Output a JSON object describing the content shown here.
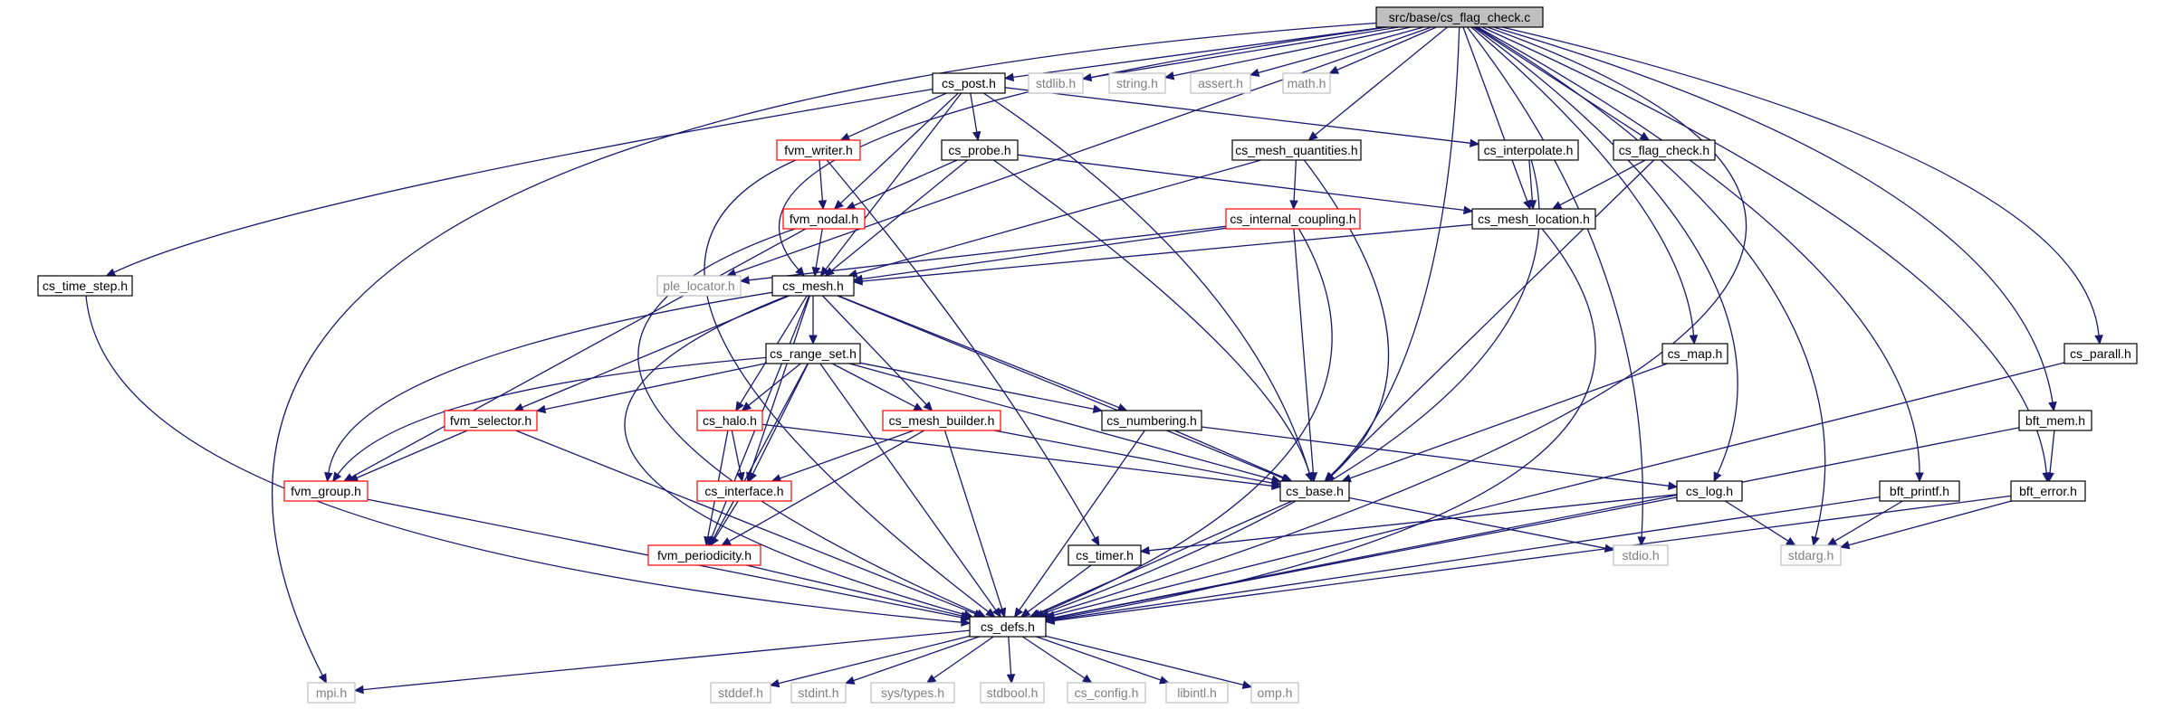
{
  "graph": {
    "title": "src/base/cs_flag_check.c",
    "nodes": [
      {
        "id": "root",
        "label": "src/base/cs_flag_check.c",
        "kind": "root"
      },
      {
        "id": "cs_post",
        "label": "cs_post.h",
        "kind": "normal"
      },
      {
        "id": "stdlib",
        "label": "stdlib.h",
        "kind": "external"
      },
      {
        "id": "string",
        "label": "string.h",
        "kind": "external"
      },
      {
        "id": "assert",
        "label": "assert.h",
        "kind": "external"
      },
      {
        "id": "math",
        "label": "math.h",
        "kind": "external"
      },
      {
        "id": "fvm_writer",
        "label": "fvm_writer.h",
        "kind": "truncated"
      },
      {
        "id": "cs_probe",
        "label": "cs_probe.h",
        "kind": "normal"
      },
      {
        "id": "cs_mesh_quantities",
        "label": "cs_mesh_quantities.h",
        "kind": "normal"
      },
      {
        "id": "cs_interpolate",
        "label": "cs_interpolate.h",
        "kind": "normal"
      },
      {
        "id": "cs_flag_check_h",
        "label": "cs_flag_check.h",
        "kind": "normal"
      },
      {
        "id": "fvm_nodal",
        "label": "fvm_nodal.h",
        "kind": "truncated"
      },
      {
        "id": "cs_internal_coupling",
        "label": "cs_internal_coupling.h",
        "kind": "truncated"
      },
      {
        "id": "cs_mesh_location",
        "label": "cs_mesh_location.h",
        "kind": "normal"
      },
      {
        "id": "cs_time_step",
        "label": "cs_time_step.h",
        "kind": "normal"
      },
      {
        "id": "ple_locator",
        "label": "ple_locator.h",
        "kind": "external"
      },
      {
        "id": "cs_mesh",
        "label": "cs_mesh.h",
        "kind": "normal"
      },
      {
        "id": "cs_map",
        "label": "cs_map.h",
        "kind": "normal"
      },
      {
        "id": "cs_parall",
        "label": "cs_parall.h",
        "kind": "normal"
      },
      {
        "id": "cs_range_set",
        "label": "cs_range_set.h",
        "kind": "normal"
      },
      {
        "id": "fvm_selector",
        "label": "fvm_selector.h",
        "kind": "truncated"
      },
      {
        "id": "cs_halo",
        "label": "cs_halo.h",
        "kind": "truncated"
      },
      {
        "id": "cs_mesh_builder",
        "label": "cs_mesh_builder.h",
        "kind": "truncated"
      },
      {
        "id": "cs_numbering",
        "label": "cs_numbering.h",
        "kind": "normal"
      },
      {
        "id": "bft_mem",
        "label": "bft_mem.h",
        "kind": "normal"
      },
      {
        "id": "fvm_group",
        "label": "fvm_group.h",
        "kind": "truncated"
      },
      {
        "id": "cs_interface",
        "label": "cs_interface.h",
        "kind": "truncated"
      },
      {
        "id": "cs_base",
        "label": "cs_base.h",
        "kind": "normal"
      },
      {
        "id": "cs_log",
        "label": "cs_log.h",
        "kind": "normal"
      },
      {
        "id": "bft_printf",
        "label": "bft_printf.h",
        "kind": "normal"
      },
      {
        "id": "bft_error",
        "label": "bft_error.h",
        "kind": "normal"
      },
      {
        "id": "fvm_periodicity",
        "label": "fvm_periodicity.h",
        "kind": "truncated"
      },
      {
        "id": "cs_timer",
        "label": "cs_timer.h",
        "kind": "normal"
      },
      {
        "id": "stdio",
        "label": "stdio.h",
        "kind": "external"
      },
      {
        "id": "stdarg",
        "label": "stdarg.h",
        "kind": "external"
      },
      {
        "id": "cs_defs",
        "label": "cs_defs.h",
        "kind": "normal"
      },
      {
        "id": "mpi",
        "label": "mpi.h",
        "kind": "external"
      },
      {
        "id": "stddef",
        "label": "stddef.h",
        "kind": "external"
      },
      {
        "id": "stdint",
        "label": "stdint.h",
        "kind": "external"
      },
      {
        "id": "systypes",
        "label": "sys/types.h",
        "kind": "external"
      },
      {
        "id": "stdbool",
        "label": "stdbool.h",
        "kind": "external"
      },
      {
        "id": "cs_config",
        "label": "cs_config.h",
        "kind": "external"
      },
      {
        "id": "libintl",
        "label": "libintl.h",
        "kind": "external"
      },
      {
        "id": "omp",
        "label": "omp.h",
        "kind": "external"
      }
    ],
    "edges": [
      [
        "root",
        "cs_post"
      ],
      [
        "root",
        "stdlib"
      ],
      [
        "root",
        "string"
      ],
      [
        "root",
        "assert"
      ],
      [
        "root",
        "math"
      ],
      [
        "root",
        "cs_mesh_quantities"
      ],
      [
        "root",
        "cs_flag_check_h"
      ],
      [
        "root",
        "cs_mesh_location"
      ],
      [
        "root",
        "cs_mesh"
      ],
      [
        "root",
        "ple_locator"
      ],
      [
        "root",
        "cs_base"
      ],
      [
        "root",
        "cs_map"
      ],
      [
        "root",
        "stdio"
      ],
      [
        "root",
        "cs_log"
      ],
      [
        "root",
        "stdarg"
      ],
      [
        "root",
        "bft_printf"
      ],
      [
        "root",
        "bft_error"
      ],
      [
        "root",
        "bft_mem"
      ],
      [
        "root",
        "cs_parall"
      ],
      [
        "root",
        "cs_defs"
      ],
      [
        "root",
        "mpi"
      ],
      [
        "cs_post",
        "cs_time_step"
      ],
      [
        "cs_post",
        "fvm_writer"
      ],
      [
        "cs_post",
        "cs_probe"
      ],
      [
        "cs_post",
        "cs_interpolate"
      ],
      [
        "cs_post",
        "fvm_nodal"
      ],
      [
        "cs_post",
        "cs_mesh"
      ],
      [
        "cs_post",
        "cs_base"
      ],
      [
        "fvm_writer",
        "fvm_nodal"
      ],
      [
        "fvm_writer",
        "cs_timer"
      ],
      [
        "fvm_writer",
        "cs_defs"
      ],
      [
        "cs_probe",
        "fvm_nodal"
      ],
      [
        "cs_probe",
        "cs_mesh"
      ],
      [
        "cs_probe",
        "cs_mesh_location"
      ],
      [
        "cs_probe",
        "cs_base"
      ],
      [
        "cs_mesh_quantities",
        "cs_internal_coupling"
      ],
      [
        "cs_mesh_quantities",
        "cs_mesh"
      ],
      [
        "cs_mesh_quantities",
        "cs_base"
      ],
      [
        "cs_interpolate",
        "cs_mesh_location"
      ],
      [
        "cs_interpolate",
        "cs_defs"
      ],
      [
        "cs_flag_check_h",
        "cs_mesh_location"
      ],
      [
        "cs_flag_check_h",
        "cs_base"
      ],
      [
        "fvm_nodal",
        "cs_mesh"
      ],
      [
        "fvm_nodal",
        "fvm_group"
      ],
      [
        "fvm_nodal",
        "cs_defs"
      ],
      [
        "cs_internal_coupling",
        "ple_locator"
      ],
      [
        "cs_internal_coupling",
        "cs_mesh"
      ],
      [
        "cs_internal_coupling",
        "cs_base"
      ],
      [
        "cs_internal_coupling",
        "cs_defs"
      ],
      [
        "cs_mesh_location",
        "cs_mesh"
      ],
      [
        "cs_mesh_location",
        "cs_defs"
      ],
      [
        "cs_time_step",
        "cs_defs"
      ],
      [
        "cs_mesh",
        "cs_range_set"
      ],
      [
        "cs_mesh",
        "fvm_selector"
      ],
      [
        "cs_mesh",
        "cs_halo"
      ],
      [
        "cs_mesh",
        "cs_mesh_builder"
      ],
      [
        "cs_mesh",
        "cs_numbering"
      ],
      [
        "cs_mesh",
        "fvm_group"
      ],
      [
        "cs_mesh",
        "cs_interface"
      ],
      [
        "cs_mesh",
        "fvm_periodicity"
      ],
      [
        "cs_mesh",
        "cs_base"
      ],
      [
        "cs_mesh",
        "cs_defs"
      ],
      [
        "cs_map",
        "cs_base"
      ],
      [
        "cs_parall",
        "cs_defs"
      ],
      [
        "cs_range_set",
        "fvm_group"
      ],
      [
        "cs_range_set",
        "fvm_selector"
      ],
      [
        "cs_range_set",
        "cs_halo"
      ],
      [
        "cs_range_set",
        "cs_mesh_builder"
      ],
      [
        "cs_range_set",
        "cs_numbering"
      ],
      [
        "cs_range_set",
        "cs_interface"
      ],
      [
        "cs_range_set",
        "fvm_periodicity"
      ],
      [
        "cs_range_set",
        "cs_base"
      ],
      [
        "cs_range_set",
        "cs_defs"
      ],
      [
        "fvm_selector",
        "fvm_group"
      ],
      [
        "fvm_selector",
        "cs_defs"
      ],
      [
        "cs_halo",
        "cs_interface"
      ],
      [
        "cs_halo",
        "fvm_periodicity"
      ],
      [
        "cs_halo",
        "cs_base"
      ],
      [
        "cs_mesh_builder",
        "cs_interface"
      ],
      [
        "cs_mesh_builder",
        "fvm_periodicity"
      ],
      [
        "cs_mesh_builder",
        "cs_base"
      ],
      [
        "cs_mesh_builder",
        "cs_defs"
      ],
      [
        "cs_numbering",
        "cs_base"
      ],
      [
        "cs_numbering",
        "cs_log"
      ],
      [
        "cs_numbering",
        "cs_defs"
      ],
      [
        "bft_mem",
        "bft_error"
      ],
      [
        "bft_mem",
        "cs_defs"
      ],
      [
        "fvm_group",
        "cs_defs"
      ],
      [
        "cs_interface",
        "fvm_periodicity"
      ],
      [
        "cs_base",
        "stdio"
      ],
      [
        "cs_base",
        "cs_defs"
      ],
      [
        "cs_log",
        "cs_timer"
      ],
      [
        "cs_log",
        "stdarg"
      ],
      [
        "cs_log",
        "cs_defs"
      ],
      [
        "bft_printf",
        "stdarg"
      ],
      [
        "bft_printf",
        "cs_defs"
      ],
      [
        "bft_error",
        "stdarg"
      ],
      [
        "bft_error",
        "cs_defs"
      ],
      [
        "fvm_periodicity",
        "cs_defs"
      ],
      [
        "cs_timer",
        "cs_defs"
      ],
      [
        "cs_defs",
        "mpi"
      ],
      [
        "cs_defs",
        "stddef"
      ],
      [
        "cs_defs",
        "stdint"
      ],
      [
        "cs_defs",
        "systypes"
      ],
      [
        "cs_defs",
        "stdbool"
      ],
      [
        "cs_defs",
        "cs_config"
      ],
      [
        "cs_defs",
        "libintl"
      ],
      [
        "cs_defs",
        "omp"
      ]
    ]
  },
  "colors": {
    "edge": "#191970",
    "normal_border": "#000000",
    "truncated_border": "#ff0000",
    "external_border": "#bfbfbf",
    "root_fill": "#bfbfbf",
    "external_text": "#7f7f7f"
  }
}
